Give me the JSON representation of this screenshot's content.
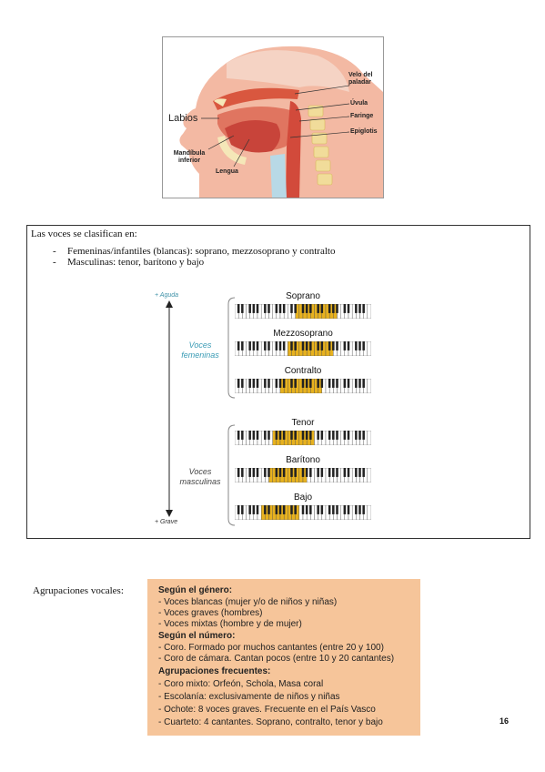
{
  "anatomy": {
    "labels": {
      "velo": "Velo del paladar",
      "uvula": "Úvula",
      "faringe": "Faringe",
      "epiglotis": "Epiglotis",
      "labios": "Labios",
      "mandibula": "Mandíbula inferior",
      "lengua": "Lengua"
    }
  },
  "voices": {
    "intro": "Las voces se clasifican en:",
    "list": [
      {
        "dash": "-",
        "text": "Femeninas/infantiles (blancas): soprano, mezzosoprano y contralto"
      },
      {
        "dash": "-",
        "text": "Masculinas: tenor, barítono y bajo"
      }
    ],
    "axis_top": "+ Aguda",
    "axis_bottom": "+ Grave",
    "group_female": [
      "Voces",
      "femeninas"
    ],
    "group_male": [
      "Voces",
      "masculinas"
    ],
    "highlight_color": "#e8b21e",
    "items": [
      {
        "name": "Soprano",
        "range_start": 0.45,
        "range_end": 0.75
      },
      {
        "name": "Mezzosoprano",
        "range_start": 0.4,
        "range_end": 0.7
      },
      {
        "name": "Contralto",
        "range_start": 0.35,
        "range_end": 0.62
      },
      {
        "name": "Tenor",
        "range_start": 0.3,
        "range_end": 0.57
      },
      {
        "name": "Barítono",
        "range_start": 0.25,
        "range_end": 0.52
      },
      {
        "name": "Bajo",
        "range_start": 0.2,
        "range_end": 0.47
      }
    ]
  },
  "groupings": {
    "label": "Agrupaciones vocales:",
    "lines": [
      {
        "text": "Según el género:",
        "head": true
      },
      {
        "text": "- Voces blancas (mujer y/o de niños y niñas)",
        "head": false
      },
      {
        "text": "- Voces graves (hombres)",
        "head": false
      },
      {
        "text": "- Voces mixtas (hombre y de mujer)",
        "head": false
      },
      {
        "text": "Según el número:",
        "head": true
      },
      {
        "text": "- Coro. Formado por muchos cantantes (entre 20 y 100)",
        "head": false
      },
      {
        "text": "- Coro de cámara. Cantan pocos (entre 10 y 20 cantantes)",
        "head": false
      },
      {
        "text": "Agrupaciones frecuentes:",
        "head": true
      },
      {
        "text": "- Coro mixto: Orfeón, Schola, Masa coral",
        "head": false
      },
      {
        "text": "- Escolanía: exclusivamente de niños y niñas",
        "head": false
      },
      {
        "text": "- Ochote: 8 voces graves. Frecuente en el País Vasco",
        "head": false
      },
      {
        "text": "- Cuarteto: 4 cantantes. Soprano, contralto, tenor y bajo",
        "head": false
      }
    ]
  },
  "page_number": "16"
}
